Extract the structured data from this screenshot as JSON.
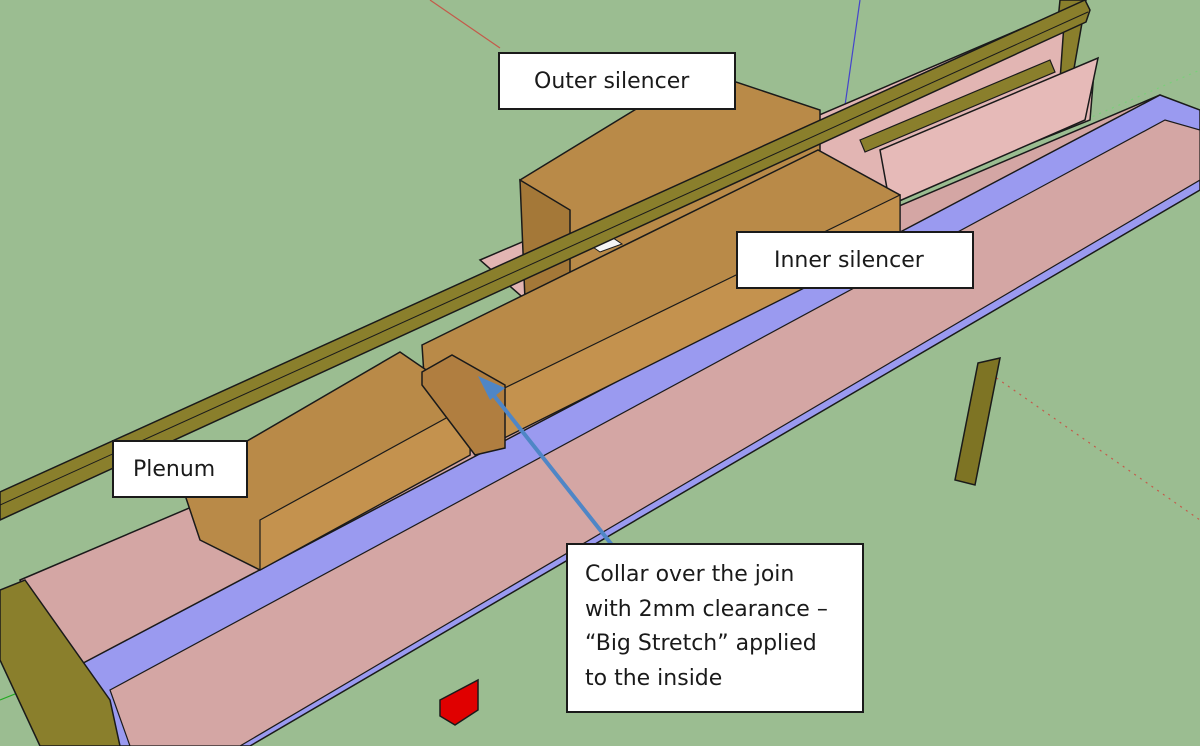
{
  "view": {
    "type": "3d-model-viewport",
    "background_color": "#9bbd91",
    "colors": {
      "wood_box": "#b98a48",
      "wood_box_dark": "#a47838",
      "frame_wood": "#8a7f2c",
      "pink_board": "#d4a6a4",
      "pink_board_light": "#e2b5b3",
      "blue_rail": "#9a9af0",
      "blue_rail_dark": "#7f7fd8",
      "red_block": "#e00000",
      "arrow": "#4f86c6",
      "axis_red": "#c45a4a",
      "axis_blue": "#4444cc",
      "axis_green": "#22aa22"
    }
  },
  "callouts": [
    {
      "id": "outer-silencer",
      "lines": [
        "Outer silencer"
      ]
    },
    {
      "id": "inner-silencer",
      "lines": [
        "Inner silencer"
      ]
    },
    {
      "id": "plenum",
      "lines": [
        "Plenum"
      ]
    },
    {
      "id": "collar",
      "lines": [
        "Collar over the join",
        "with 2mm clearance –",
        "“Big Stretch” applied",
        "to the inside"
      ]
    }
  ],
  "model_parts": [
    {
      "name": "Outer silencer box",
      "material": "wood"
    },
    {
      "name": "Inner silencer box",
      "material": "wood"
    },
    {
      "name": "Plenum box",
      "material": "wood"
    },
    {
      "name": "Collar",
      "material": "wood"
    },
    {
      "name": "Base board",
      "material": "pink"
    },
    {
      "name": "Back board",
      "material": "pink"
    },
    {
      "name": "Side rail",
      "material": "blue"
    },
    {
      "name": "Frame rail",
      "material": "wood-frame"
    },
    {
      "name": "Support leg",
      "material": "wood-frame"
    },
    {
      "name": "Red block",
      "material": "red"
    }
  ]
}
